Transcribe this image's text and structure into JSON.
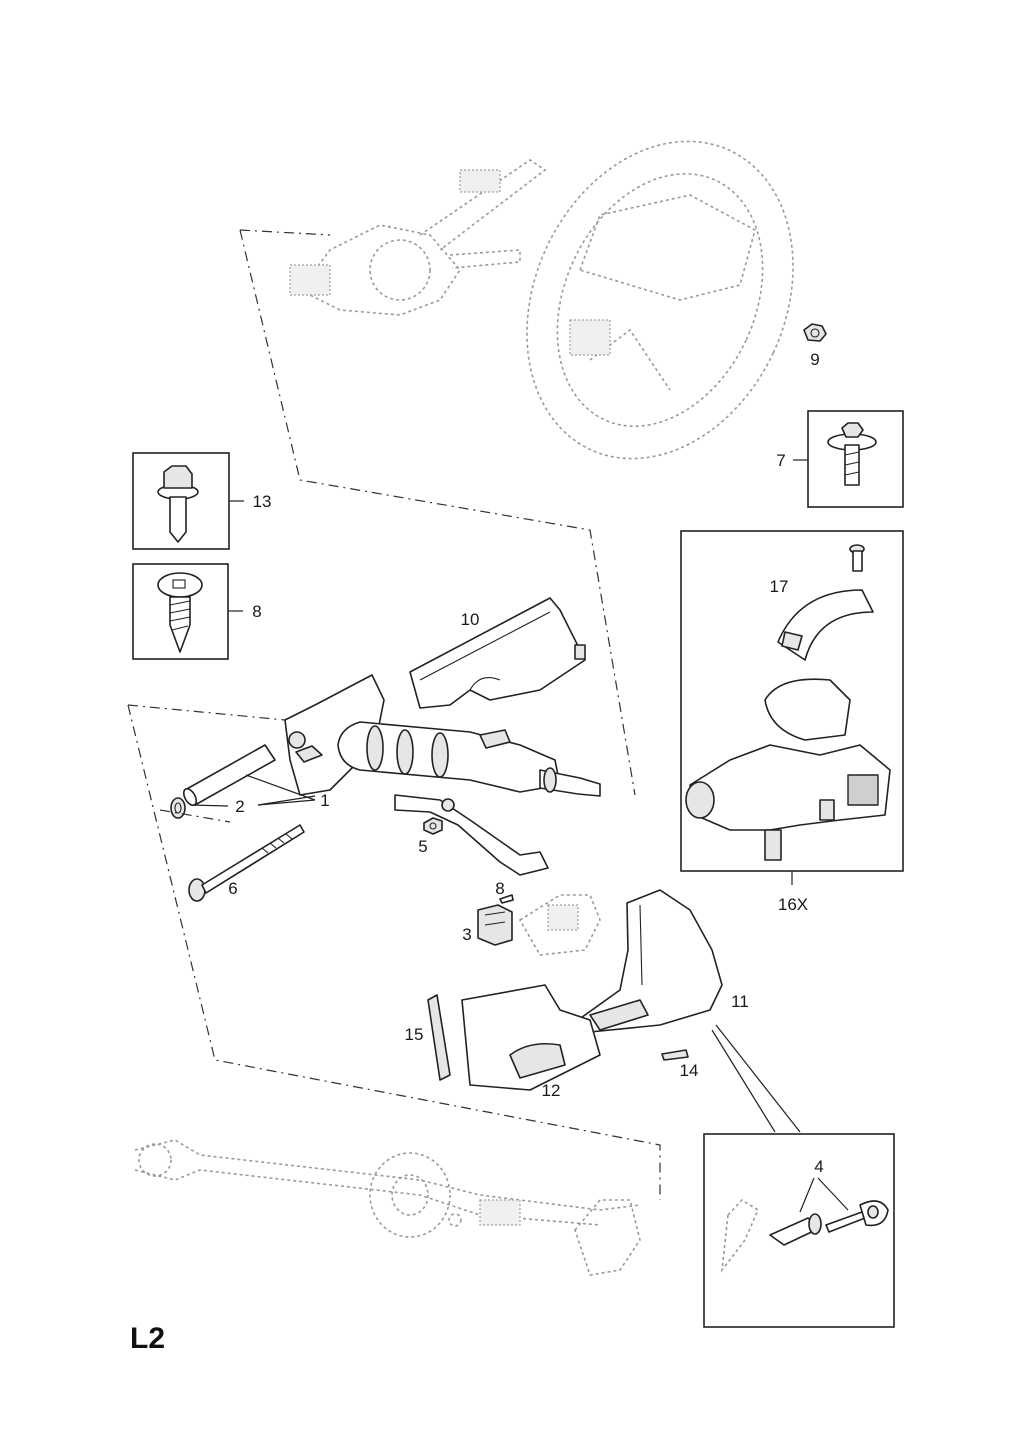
{
  "page_code": "L2",
  "callouts": {
    "c1": "1",
    "c2": "2",
    "c3": "3",
    "c4": "4",
    "c5": "5",
    "c6": "6",
    "c7": "7",
    "c8a": "8",
    "c8b": "8",
    "c9": "9",
    "c10": "10",
    "c11": "11",
    "c12": "12",
    "c13": "13",
    "c14": "14",
    "c15": "15",
    "c16": "16X",
    "c17": "17"
  }
}
